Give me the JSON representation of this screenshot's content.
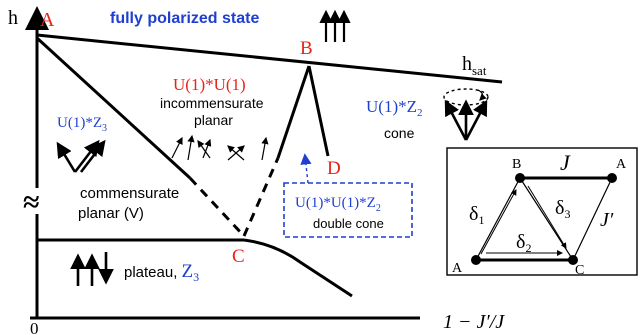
{
  "axes": {
    "y_label": "h",
    "x_label": "1 − J′/J",
    "origin_label": "0"
  },
  "points": {
    "A": "A",
    "B": "B",
    "C": "C",
    "D": "D"
  },
  "labels": {
    "h_sat_main": "h",
    "h_sat_sub": "sat",
    "fully_polarized": "fully polarized state",
    "u1z3": "U(1)*Z",
    "u1z3_sub": "3",
    "u1u1": "U(1)*U(1)",
    "incommensurate": "incommensurate",
    "planar": "planar",
    "u1z2": "U(1)*Z",
    "u1z2_sub": "2",
    "cone": "cone",
    "commensurate": "commensurate",
    "planar_v": "planar (V)",
    "plateau": "plateau, ",
    "plateau_z": "Z",
    "plateau_z_sub": "3",
    "double_cone_sym": "U(1)*U(1)*Z",
    "double_cone_sub": "2",
    "double_cone": "double cone",
    "break_mark": "≈"
  },
  "inset": {
    "J": "J",
    "J_prime": "J′",
    "delta1": "δ",
    "delta1_sub": "1",
    "delta2": "δ",
    "delta2_sub": "2",
    "delta3": "δ",
    "delta3_sub": "3",
    "node_A_left": "A",
    "node_B": "B",
    "node_C": "C",
    "node_A_right": "A"
  },
  "colors": {
    "point_label": "#e3261b",
    "symmetry": "#1f3fd1",
    "line": "#000000"
  }
}
